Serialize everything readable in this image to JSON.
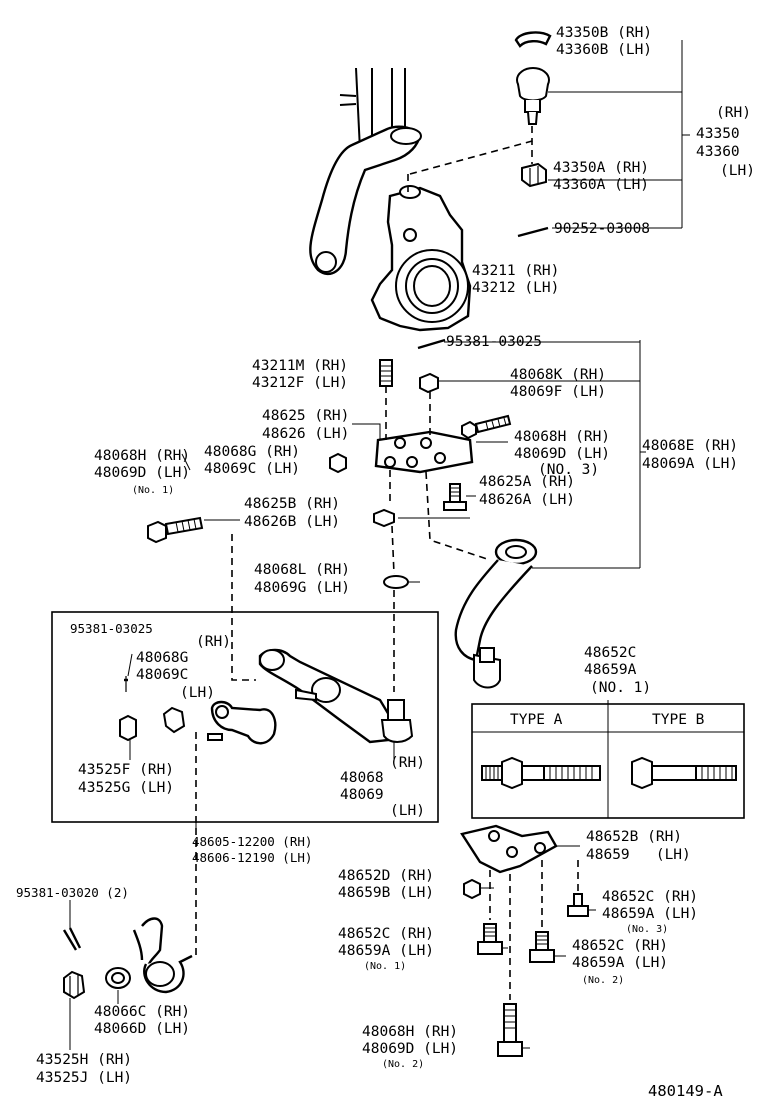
{
  "labels": {
    "snap_ring": [
      "43350B (RH)",
      "43360B (LH)"
    ],
    "ball_joint_rh_top": "(RH)",
    "ball_joint": [
      "43350",
      "43360"
    ],
    "ball_joint_lh": "(LH)",
    "castle_nut": [
      "43350A (RH)",
      "43360A (LH)"
    ],
    "cotter_top": "90252-03008",
    "knuckle": [
      "43211 (RH)",
      "43212 (LH)"
    ],
    "cotter_mid": "95381-03025",
    "stud": [
      "43211M (RH)",
      "43212F (LH)"
    ],
    "nut_k": [
      "48068K (RH)",
      "48069F (LH)"
    ],
    "bracket": [
      "48625 (RH)",
      "48626 (LH)"
    ],
    "nut_g": [
      "48068G (RH)",
      "48069C (LH)"
    ],
    "bolt_h3": [
      "48068H (RH)",
      "48069D (LH)",
      "(NO. 3)"
    ],
    "arm_assy": [
      "48068E (RH)",
      "48069A (LH)"
    ],
    "bolt_h1": [
      "48068H (RH)",
      "48069D (LH)",
      "(No. 1)"
    ],
    "bolt_a": [
      "48625A (RH)",
      "48626A (LH)"
    ],
    "washer_b": [
      "48625B (RH)",
      "48626B (LH)"
    ],
    "washer_l": [
      "48068L (RH)",
      "48069G (LH)"
    ],
    "box_cotter": "95381-03025",
    "box_rh": "(RH)",
    "box_bush": [
      "48068G",
      "48069C"
    ],
    "box_lh": "(LH)",
    "box_nut": [
      "43525F (RH)",
      "43525G (LH)"
    ],
    "box_arm": [
      "(RH)",
      "48068",
      "48069",
      "(LH)"
    ],
    "lower_arm": [
      "48605-12200 (RH)",
      "48606-12190 (LH)"
    ],
    "cam": [
      "48652C",
      "48659A",
      "(NO. 1)"
    ],
    "type_a": "TYPE A",
    "type_b": "TYPE B",
    "plate": [
      "48652B (RH)",
      "48659   (LH)"
    ],
    "nut_d": [
      "48652D (RH)",
      "48659B (LH)"
    ],
    "bolt_c3": [
      "48652C (RH)",
      "48659A (LH)",
      "(No. 3)"
    ],
    "bolt_c1": [
      "48652C (RH)",
      "48659A (LH)",
      "(No. 1)"
    ],
    "bolt_c2": [
      "48652C (RH)",
      "48659A (LH)",
      "(No. 2)"
    ],
    "cotter_low": "95381-03020 (2)",
    "bush_low": [
      "48066C (RH)",
      "48066D (LH)"
    ],
    "nut_low": [
      "43525H (RH)",
      "43525J (LH)"
    ],
    "bolt_h2": [
      "48068H (RH)",
      "48069D (LH)",
      "(No. 2)"
    ],
    "drawing_no": "480149-A"
  }
}
